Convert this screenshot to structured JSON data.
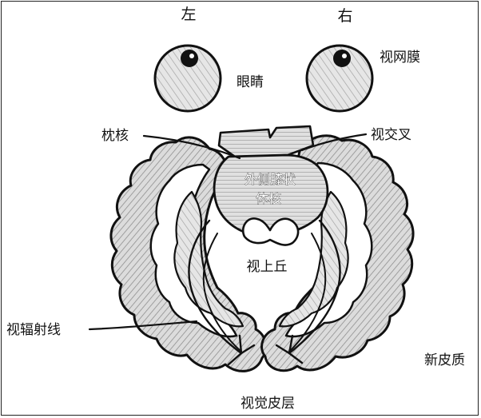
{
  "diagram": {
    "labels": {
      "left": "左",
      "right": "右",
      "retina": "视网膜",
      "eye": "眼睛",
      "pillow_nucleus": "枕核",
      "optic_chiasm": "视交叉",
      "lgn_line1": "外侧膝状",
      "lgn_line2": "体核",
      "superior_colliculus": "视上丘",
      "optic_radiation": "视辐射线",
      "neocortex": "新皮质",
      "visual_cortex": "视觉皮层"
    },
    "colors": {
      "ink": "#111111",
      "hatch": "#8a8a8a",
      "fill": "#d9d9d9",
      "fill_light": "#e8e8e8",
      "background": "#ffffff"
    }
  }
}
